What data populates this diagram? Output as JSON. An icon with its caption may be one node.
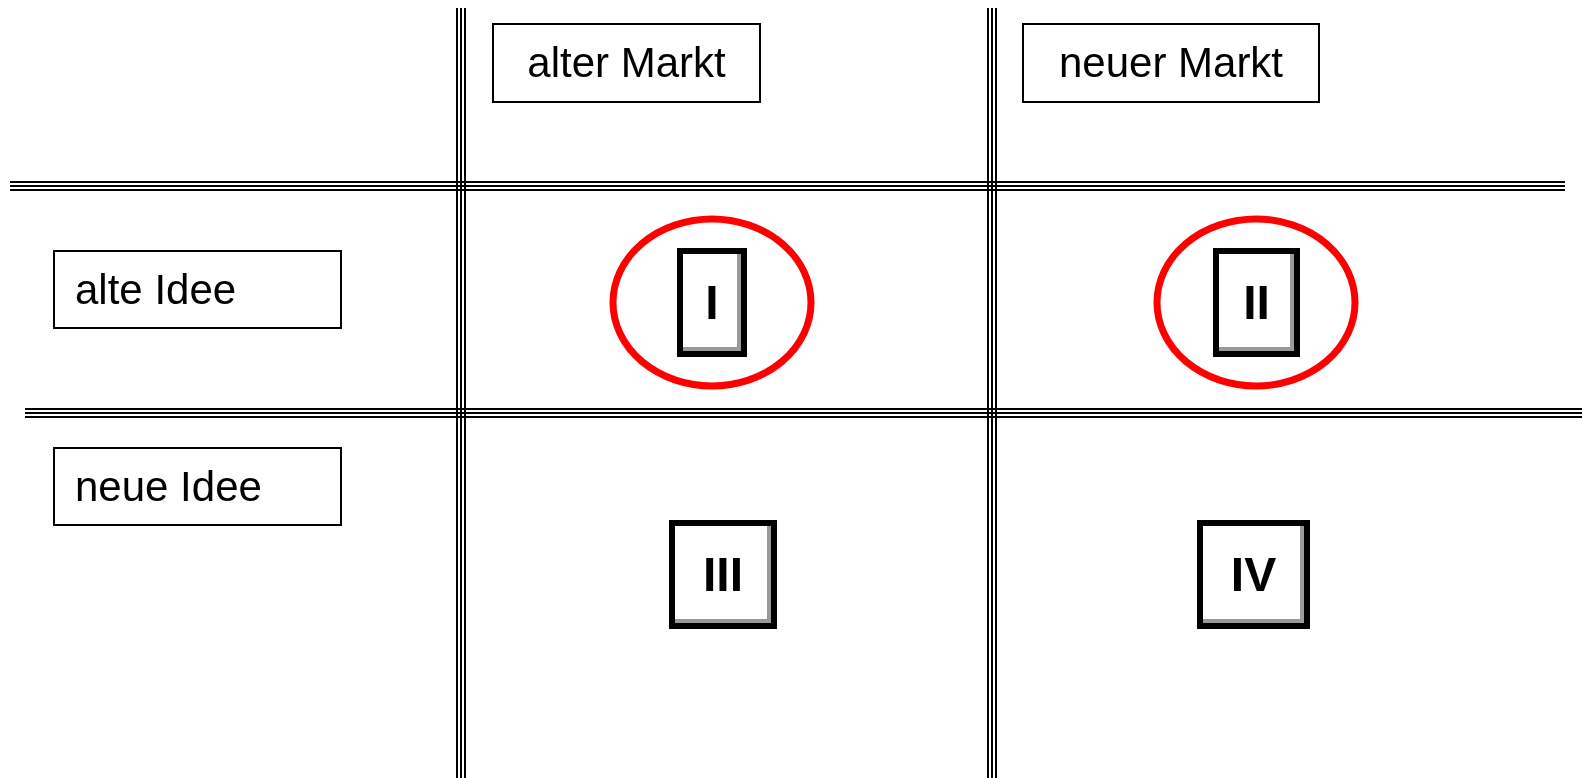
{
  "diagram": {
    "nodes": [
      {
        "text": [
          "alter Markt"
        ]
      },
      {
        "text": [
          "neuer Markt"
        ]
      },
      {
        "text": [
          "alte Idee"
        ]
      },
      {
        "text": [],
        "shape": "circle"
      },
      {
        "text": [
          "I"
        ],
        "in": 3
      },
      {
        "text": [],
        "shape": "circle"
      },
      {
        "text": [
          "II"
        ],
        "in": 5
      },
      {
        "text": [
          "neue Idee"
        ]
      },
      {
        "text": [
          "III"
        ]
      },
      {
        "text": [
          "IV"
        ]
      }
    ],
    "edges": []
  }
}
